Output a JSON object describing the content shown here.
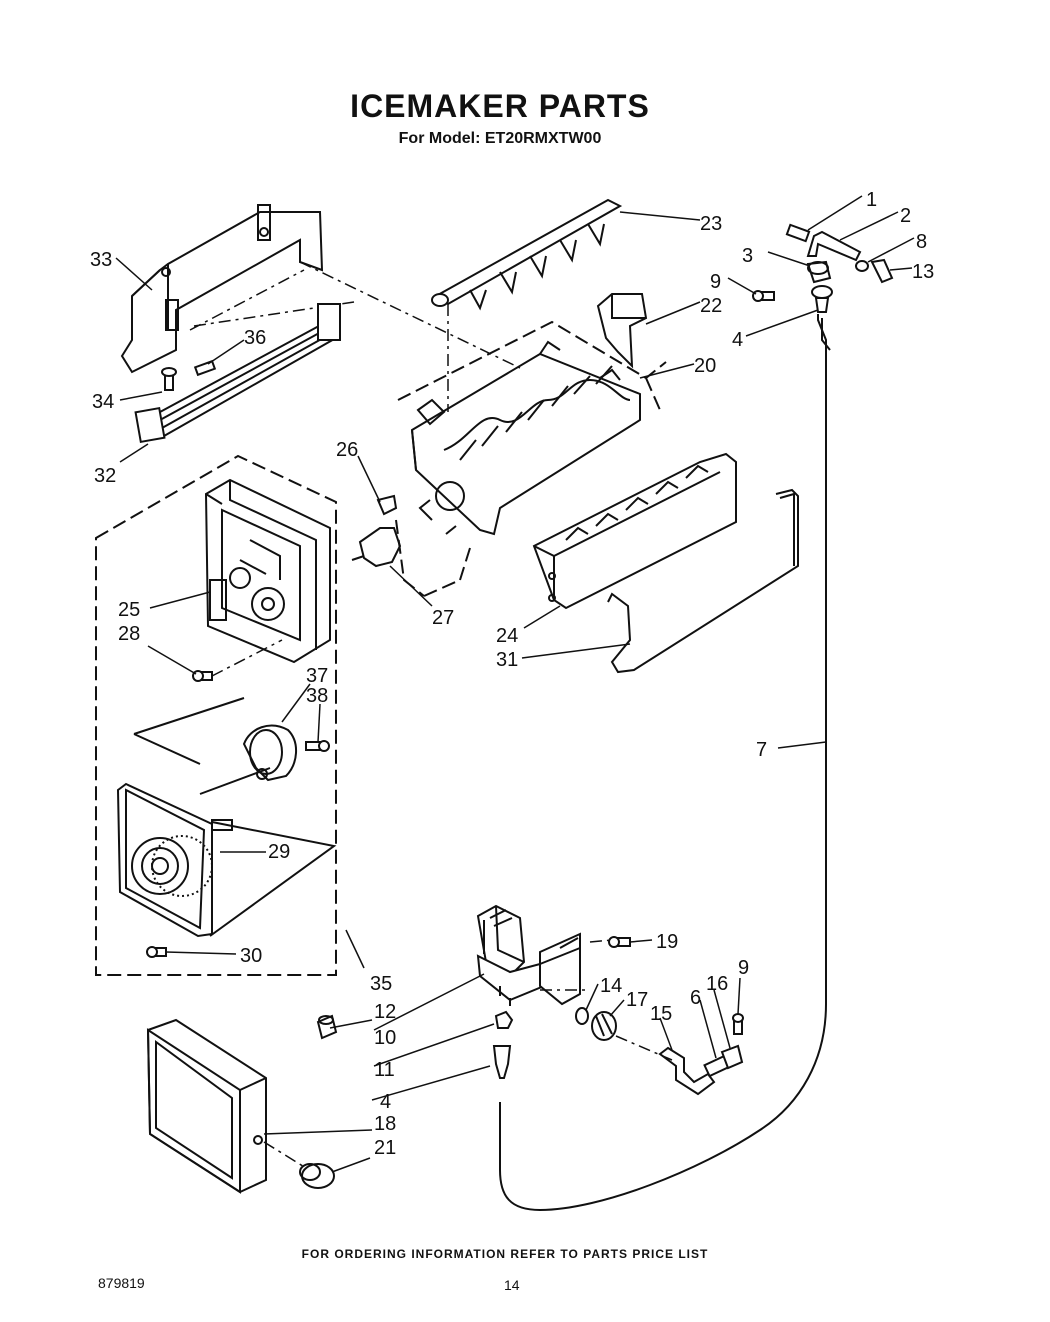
{
  "header": {
    "title": "ICEMAKER PARTS",
    "subtitle": "For Model: ET20RMXTW00"
  },
  "footer": {
    "note": "FOR ORDERING INFORMATION REFER TO PARTS PRICE LIST",
    "doc_number": "879819",
    "page_number": "14"
  },
  "callouts": {
    "c1": "1",
    "c2": "2",
    "c3": "3",
    "c8": "8",
    "c9a": "9",
    "c13": "13",
    "c23": "23",
    "c22": "22",
    "c4a": "4",
    "c20": "20",
    "c33": "33",
    "c36": "36",
    "c34": "34",
    "c32": "32",
    "c26": "26",
    "c27": "27",
    "c25": "25",
    "c28": "28",
    "c24": "24",
    "c31": "31",
    "c37": "37",
    "c38": "38",
    "c7": "7",
    "c29": "29",
    "c30": "30",
    "c35": "35",
    "c19": "19",
    "c14": "14",
    "c17": "17",
    "c16": "16",
    "c9b": "9",
    "c15": "15",
    "c6": "6",
    "c12": "12",
    "c10": "10",
    "c11": "11",
    "c4b": "4",
    "c18": "18",
    "c21": "21"
  }
}
